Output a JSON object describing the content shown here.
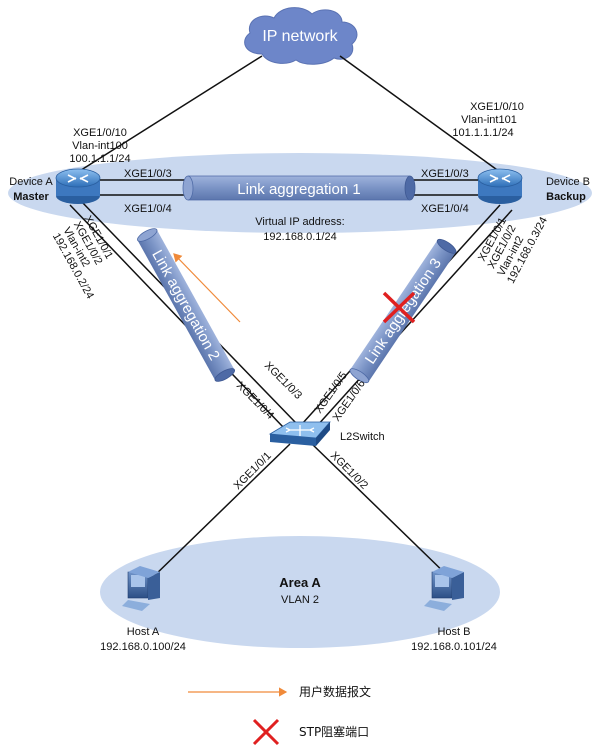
{
  "cloud": {
    "label": "IP network"
  },
  "device_a": {
    "name": "Device A",
    "role": "Master",
    "uplink": [
      "XGE1/0/10",
      "Vlan-int100",
      "100.1.1.1/24"
    ],
    "lag_ports": [
      "XGE1/0/3",
      "XGE1/0/4"
    ],
    "downlink": [
      "XGE1/0/1",
      "XGE1/0/2",
      "Vlan-int2",
      "192.168.0.2/24"
    ]
  },
  "device_b": {
    "name": "Device B",
    "role": "Backup",
    "uplink": [
      "XGE1/0/10",
      "Vlan-int101",
      "101.1.1.1/24"
    ],
    "lag_ports": [
      "XGE1/0/3",
      "XGE1/0/4"
    ],
    "downlink": [
      "XGE1/0/1",
      "XGE1/0/2",
      "Vlan-int2",
      "192.168.0.3/24"
    ]
  },
  "lag1": {
    "label": "Link aggregation 1"
  },
  "lag2": {
    "label": "Link aggregation 2"
  },
  "lag3": {
    "label": "Link aggregation 3"
  },
  "virtual_ip": {
    "line1": "Virtual IP address:",
    "line2": "192.168.0.1/24"
  },
  "l2switch": {
    "name": "L2Switch",
    "ports_left": [
      "XGE1/0/3",
      "XGE1/0/4"
    ],
    "ports_right": [
      "XGE1/0/5",
      "XGE1/0/6"
    ],
    "port_host_a": "XGE1/0/1",
    "port_host_b": "XGE1/0/2"
  },
  "area": {
    "title": "Area A",
    "vlan": "VLAN 2"
  },
  "host_a": {
    "name": "Host A",
    "ip": "192.168.0.100/24"
  },
  "host_b": {
    "name": "Host B",
    "ip": "192.168.0.101/24"
  },
  "legend": {
    "traffic_label": "用户数据报文",
    "stp_label": "STP阻塞端口"
  },
  "colors": {
    "ellipse": "#c9d8ef",
    "lag_fill": "#7d95c6",
    "router": "#4a8ad0",
    "cloud": "#6d86c9",
    "arrow": "#f08a3a",
    "block": "#e02020"
  }
}
